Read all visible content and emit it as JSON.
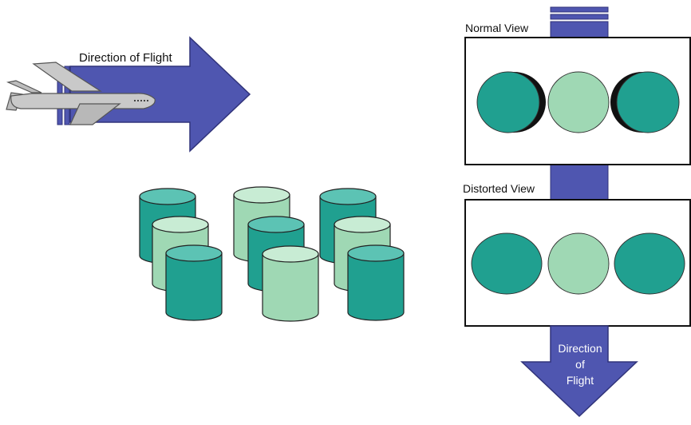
{
  "labels": {
    "top_arrow": "Direction of Flight",
    "normal_view": "Normal View",
    "distorted_view": "Distorted View",
    "bottom_arrow_lines": [
      "Direction",
      "of",
      "Flight"
    ]
  },
  "colors": {
    "arrow_fill": "#4f56b0",
    "arrow_stroke": "#30337a",
    "dark_teal": "#20a090",
    "dark_teal_top": "#5cc3b4",
    "light_green": "#9fd8b4",
    "light_green_top": "#c8ecd4",
    "plane_gray": "#c4c4c4"
  },
  "icons": [
    "airplane-icon",
    "flight-direction-arrow",
    "cylinder-icon"
  ]
}
